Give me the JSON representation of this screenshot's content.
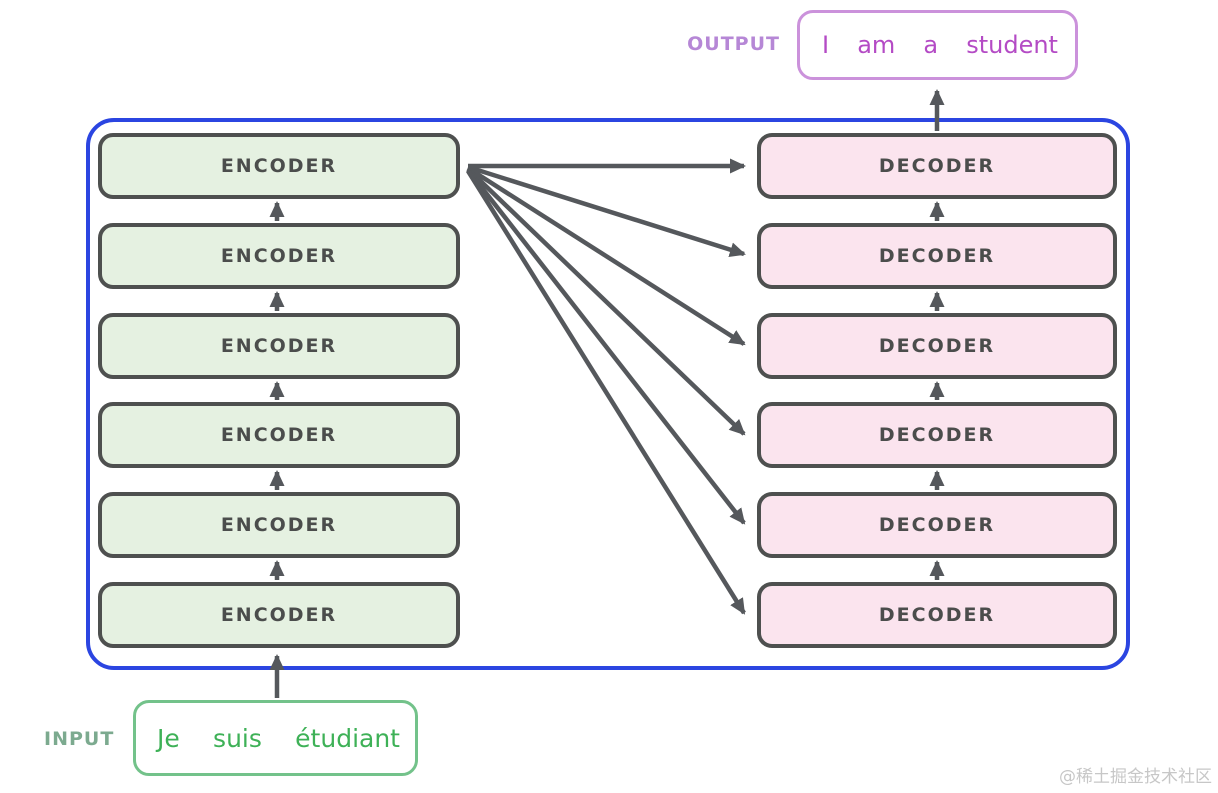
{
  "diagram": {
    "output_label": "OUTPUT",
    "input_label": "INPUT",
    "output_tokens": [
      "I",
      "am",
      "a",
      "student"
    ],
    "input_tokens": [
      "Je",
      "suis",
      "étudiant"
    ],
    "encoders": [
      "ENCODER",
      "ENCODER",
      "ENCODER",
      "ENCODER",
      "ENCODER",
      "ENCODER"
    ],
    "decoders": [
      "DECODER",
      "DECODER",
      "DECODER",
      "DECODER",
      "DECODER",
      "DECODER"
    ],
    "watermark": "@稀土掘金技术社区",
    "colors": {
      "container_border": "#2b45e1",
      "box_border": "#4e504f",
      "encoder_fill": "#e5f1e1",
      "decoder_fill": "#fbe4ee",
      "box_label": "#4b4d4c",
      "arrow": "#55585c",
      "output_border": "#cb92db",
      "output_text": "#b44bc5",
      "output_label_color": "#b687d6",
      "input_border": "#73c28a",
      "input_text": "#3eb157",
      "input_label_color": "#7caa8f",
      "watermark_color": "#c7c7c7"
    }
  }
}
